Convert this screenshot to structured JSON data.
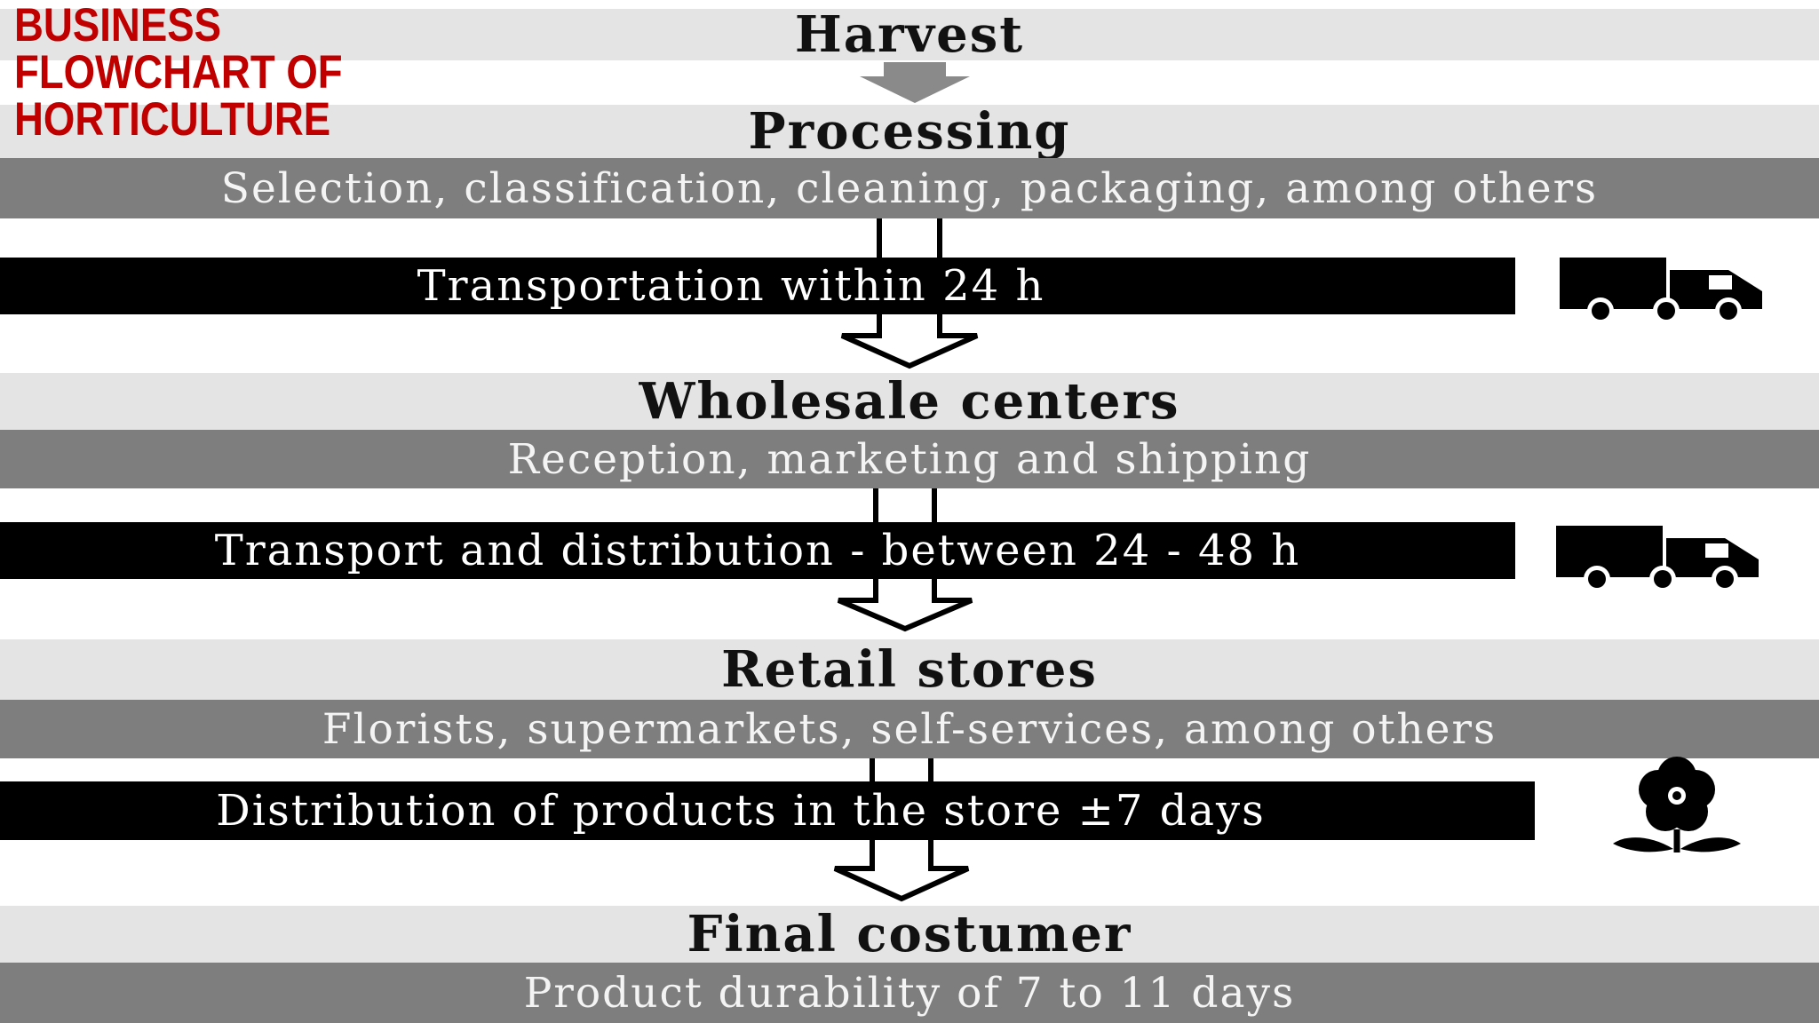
{
  "title_lines": [
    "BUSINESS",
    "FLOWCHART OF",
    "HORTICULTURE"
  ],
  "stages": {
    "harvest": "Harvest",
    "processing": "Processing",
    "processing_detail": "Selection, classification, cleaning, packaging, among others",
    "transport_1": "Transportation within 24 h",
    "wholesale": "Wholesale centers",
    "wholesale_detail": "Reception, marketing and shipping",
    "transport_2": "Transport and distribution - between 24 - 48 h",
    "retail": "Retail stores",
    "retail_detail": "Florists, supermarkets, self-services, among others",
    "store_distribution": "Distribution of products in the store ±7 days",
    "final": "Final costumer",
    "final_detail": "Product durability of 7 to 11 days"
  },
  "icons": [
    "truck-icon",
    "truck-icon",
    "flower-icon"
  ],
  "colors": {
    "title": "#c00000",
    "light_band": "#e4e4e4",
    "gray_band": "#7e7e7e",
    "black_band": "#000000"
  }
}
